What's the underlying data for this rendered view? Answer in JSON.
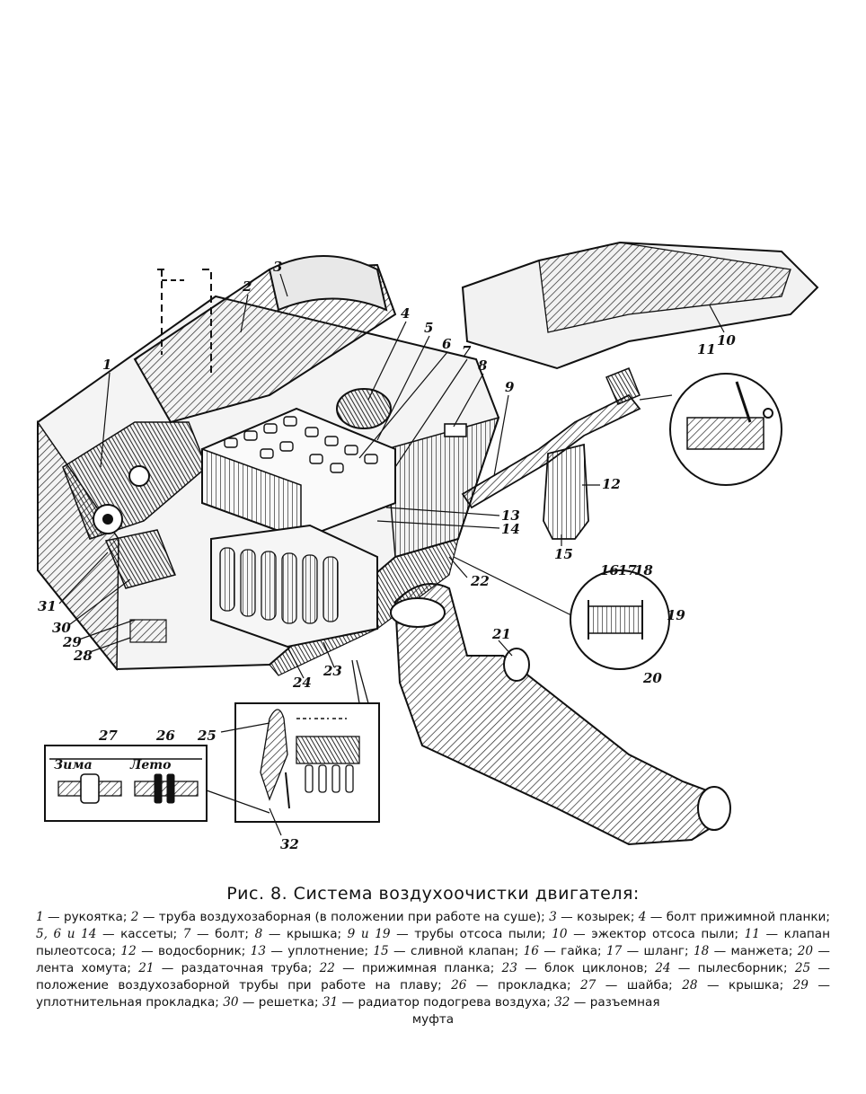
{
  "figure": {
    "callouts": [
      {
        "id": "c1",
        "text": "1"
      },
      {
        "id": "c2",
        "text": "2"
      },
      {
        "id": "c3",
        "text": "3"
      },
      {
        "id": "c4",
        "text": "4"
      },
      {
        "id": "c5",
        "text": "5"
      },
      {
        "id": "c6",
        "text": "6"
      },
      {
        "id": "c7",
        "text": "7"
      },
      {
        "id": "c8",
        "text": "8"
      },
      {
        "id": "c9",
        "text": "9"
      },
      {
        "id": "c10",
        "text": "10"
      },
      {
        "id": "c11",
        "text": "11"
      },
      {
        "id": "c12",
        "text": "12"
      },
      {
        "id": "c13",
        "text": "13"
      },
      {
        "id": "c14",
        "text": "14"
      },
      {
        "id": "c15",
        "text": "15"
      },
      {
        "id": "c16",
        "text": "16"
      },
      {
        "id": "c17",
        "text": "17"
      },
      {
        "id": "c18",
        "text": "18"
      },
      {
        "id": "c19",
        "text": "19"
      },
      {
        "id": "c20",
        "text": "20"
      },
      {
        "id": "c21",
        "text": "21"
      },
      {
        "id": "c22",
        "text": "22"
      },
      {
        "id": "c23",
        "text": "23"
      },
      {
        "id": "c24",
        "text": "24"
      },
      {
        "id": "c25",
        "text": "25"
      },
      {
        "id": "c26",
        "text": "26"
      },
      {
        "id": "c27",
        "text": "27"
      },
      {
        "id": "c28",
        "text": "28"
      },
      {
        "id": "c29",
        "text": "29"
      },
      {
        "id": "c30",
        "text": "30"
      },
      {
        "id": "c31",
        "text": "31"
      },
      {
        "id": "c32",
        "text": "32"
      }
    ],
    "inset_winter_label": "Зима",
    "inset_summer_label": "Лето"
  },
  "caption": {
    "title": "Рис. 8. Система воздухоочистки двигателя:",
    "legend": [
      {
        "num": "1",
        "text": " — рукоятка; "
      },
      {
        "num": "2",
        "text": " — труба воздухозаборная (в положении при работе на суше); "
      },
      {
        "num": "3",
        "text": " — козырек; "
      },
      {
        "num": "4",
        "text": " — болт прижимной планки; "
      },
      {
        "num": "5, 6 и 14",
        "text": " — кассеты; "
      },
      {
        "num": "7",
        "text": " — болт; "
      },
      {
        "num": "8",
        "text": " — крышка; "
      },
      {
        "num": "9 и 19",
        "text": " — трубы отсоса пыли; "
      },
      {
        "num": "10",
        "text": " — эжектор отсоса пыли; "
      },
      {
        "num": "11",
        "text": " — клапан пылеотсоса; "
      },
      {
        "num": "12",
        "text": " — водосборник; "
      },
      {
        "num": "13",
        "text": " — уплотнение; "
      },
      {
        "num": "15",
        "text": " — сливной клапан; "
      },
      {
        "num": "16",
        "text": " — гайка; "
      },
      {
        "num": "17",
        "text": " — шланг; "
      },
      {
        "num": "18",
        "text": " — манжета; "
      },
      {
        "num": "20",
        "text": " — лента хомута; "
      },
      {
        "num": "21",
        "text": " — раздаточная труба; "
      },
      {
        "num": "22",
        "text": " — прижимная планка; "
      },
      {
        "num": "23",
        "text": " — блок циклонов; "
      },
      {
        "num": "24",
        "text": " — пылесборник; "
      },
      {
        "num": "25",
        "text": " — положение воздухозаборной трубы при работе на плаву; "
      },
      {
        "num": "26",
        "text": " — прокладка; "
      },
      {
        "num": "27",
        "text": " — шайба; "
      },
      {
        "num": "28",
        "text": " — крышка; "
      },
      {
        "num": "29",
        "text": " — уплотнительная прокладка; "
      },
      {
        "num": "30",
        "text": " — решетка; "
      },
      {
        "num": "31",
        "text": " — радиатор подогрева воздуха; "
      },
      {
        "num": "32",
        "text": " — разъемная"
      }
    ],
    "tail": "муфта"
  }
}
